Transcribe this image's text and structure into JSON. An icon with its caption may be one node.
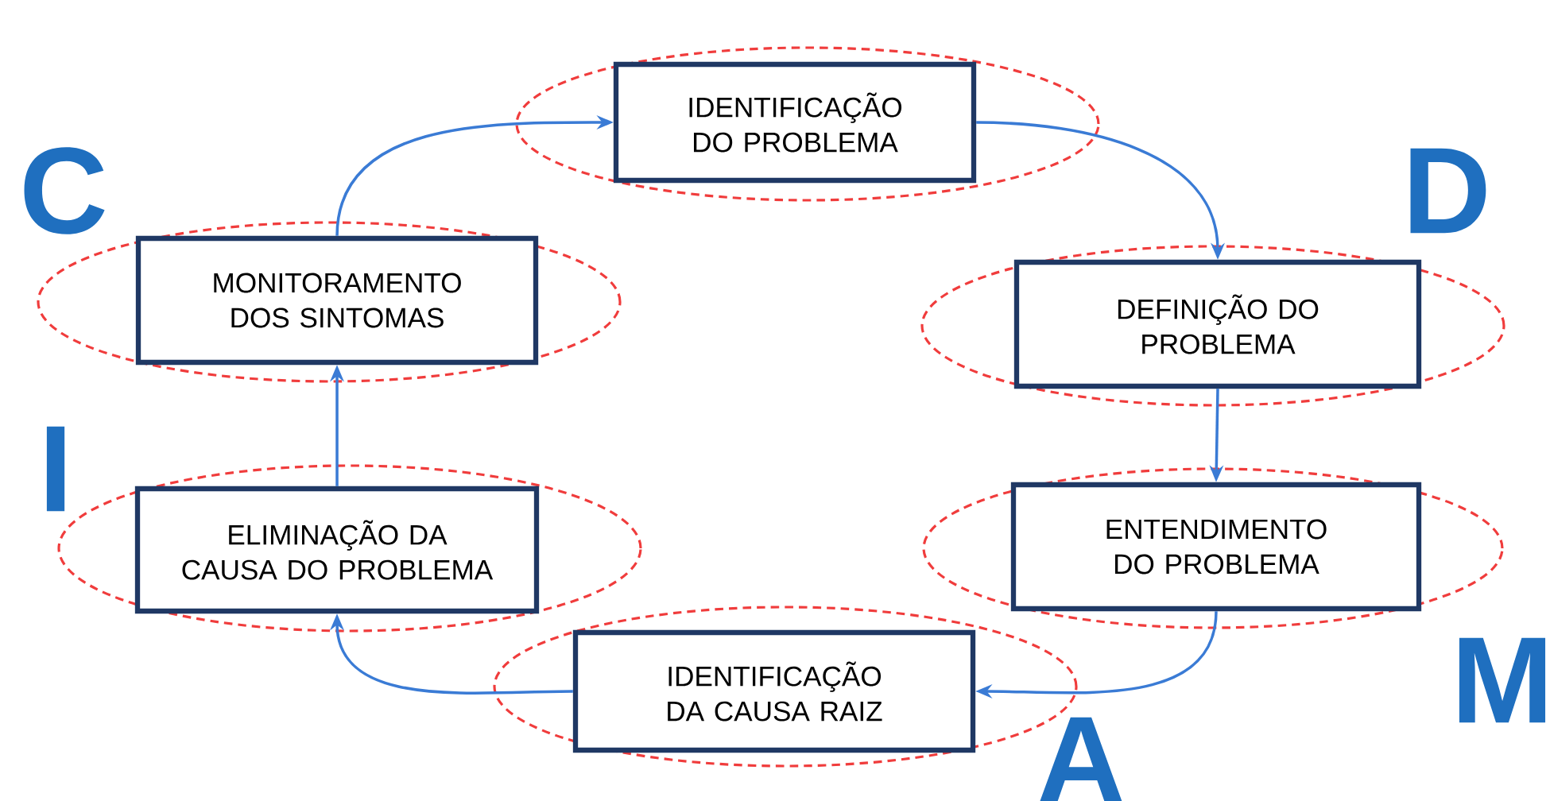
{
  "diagram": {
    "nodes": [
      {
        "text": [
          "IDENTIFICAÇÃO DO PROBLEMA"
        ]
      },
      {
        "text": [
          "DEFINIÇÃO DO PROBLEMA"
        ]
      },
      {
        "text": [
          "ENTENDIMENTO DO PROBLEMA"
        ]
      },
      {
        "text": [
          "IDENTIFICAÇÃO DA CAUSA RAIZ"
        ]
      },
      {
        "text": [
          "ELIMINAÇÃO DA CAUSA DO PROBLEMA"
        ]
      },
      {
        "text": [
          "MONITORAMENTO DOS SINTOMAS"
        ]
      }
    ],
    "edges": [
      {
        "from": 0,
        "to": 1,
        "arrow": "to"
      },
      {
        "from": 1,
        "to": 2,
        "arrow": "to"
      },
      {
        "from": 2,
        "to": 3,
        "arrow": "to"
      },
      {
        "from": 3,
        "to": 4,
        "arrow": "to"
      },
      {
        "from": 4,
        "to": 5,
        "arrow": "to"
      },
      {
        "from": 5,
        "to": 0,
        "arrow": "to"
      }
    ],
    "labels": [
      "C",
      "D",
      "I",
      "M",
      "A"
    ]
  }
}
